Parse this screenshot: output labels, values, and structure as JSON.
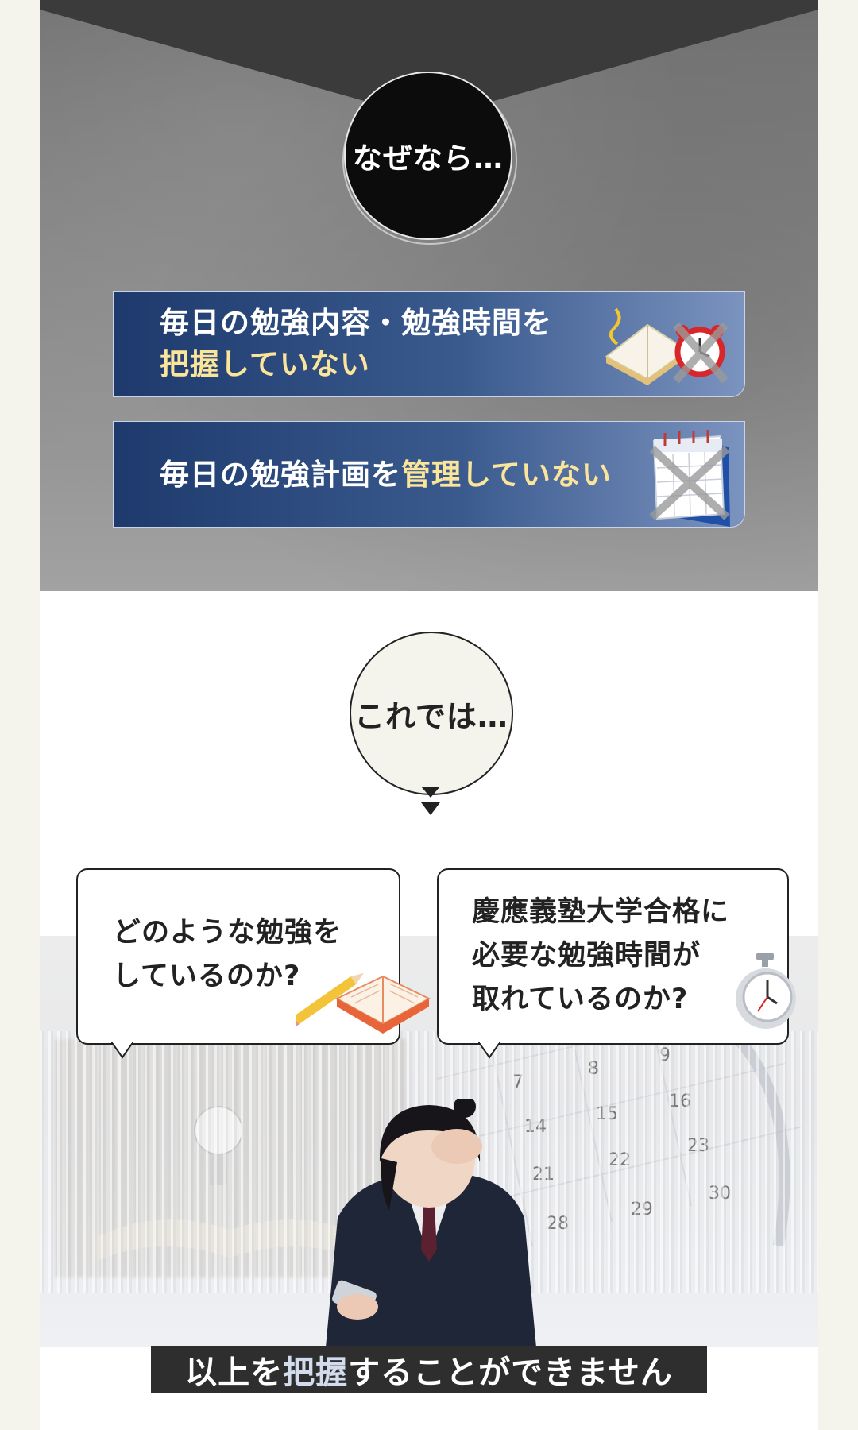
{
  "intro": {
    "nazenara": "なぜなら…"
  },
  "problems": [
    {
      "line1": "毎日の勉強内容・勉強時間を",
      "line2_highlight": "把握していない",
      "icon": "book-and-crossed-alarm-clock-icon"
    },
    {
      "text_plain": "毎日の勉強計画を",
      "text_highlight": "管理していない",
      "icon": "crossed-calendar-icon"
    }
  ],
  "transition": {
    "korede": "これでは…"
  },
  "bubbles": [
    {
      "line1": "どのような勉強を",
      "line2": "しているのか?",
      "icon": "pencil-and-book-icon"
    },
    {
      "line1": "慶應義塾大学合格に",
      "line2": "必要な勉強時間が",
      "line3": "取れているのか?",
      "icon": "stopwatch-icon"
    }
  ],
  "calendar_numbers": [
    "7",
    "8",
    "9",
    "14",
    "15",
    "16",
    "21",
    "22",
    "23",
    "28",
    "29",
    "30"
  ],
  "conclusion": {
    "plain1": "以上を",
    "highlight": "把握",
    "plain2": "することができません"
  },
  "colors": {
    "problem_gradient_start": "#1e3a6d",
    "problem_gradient_end": "#7b93bf",
    "highlight_yellow": "#fbe59a",
    "banner_bg": "#2e2e2e",
    "cream": "#f4f3ec"
  }
}
